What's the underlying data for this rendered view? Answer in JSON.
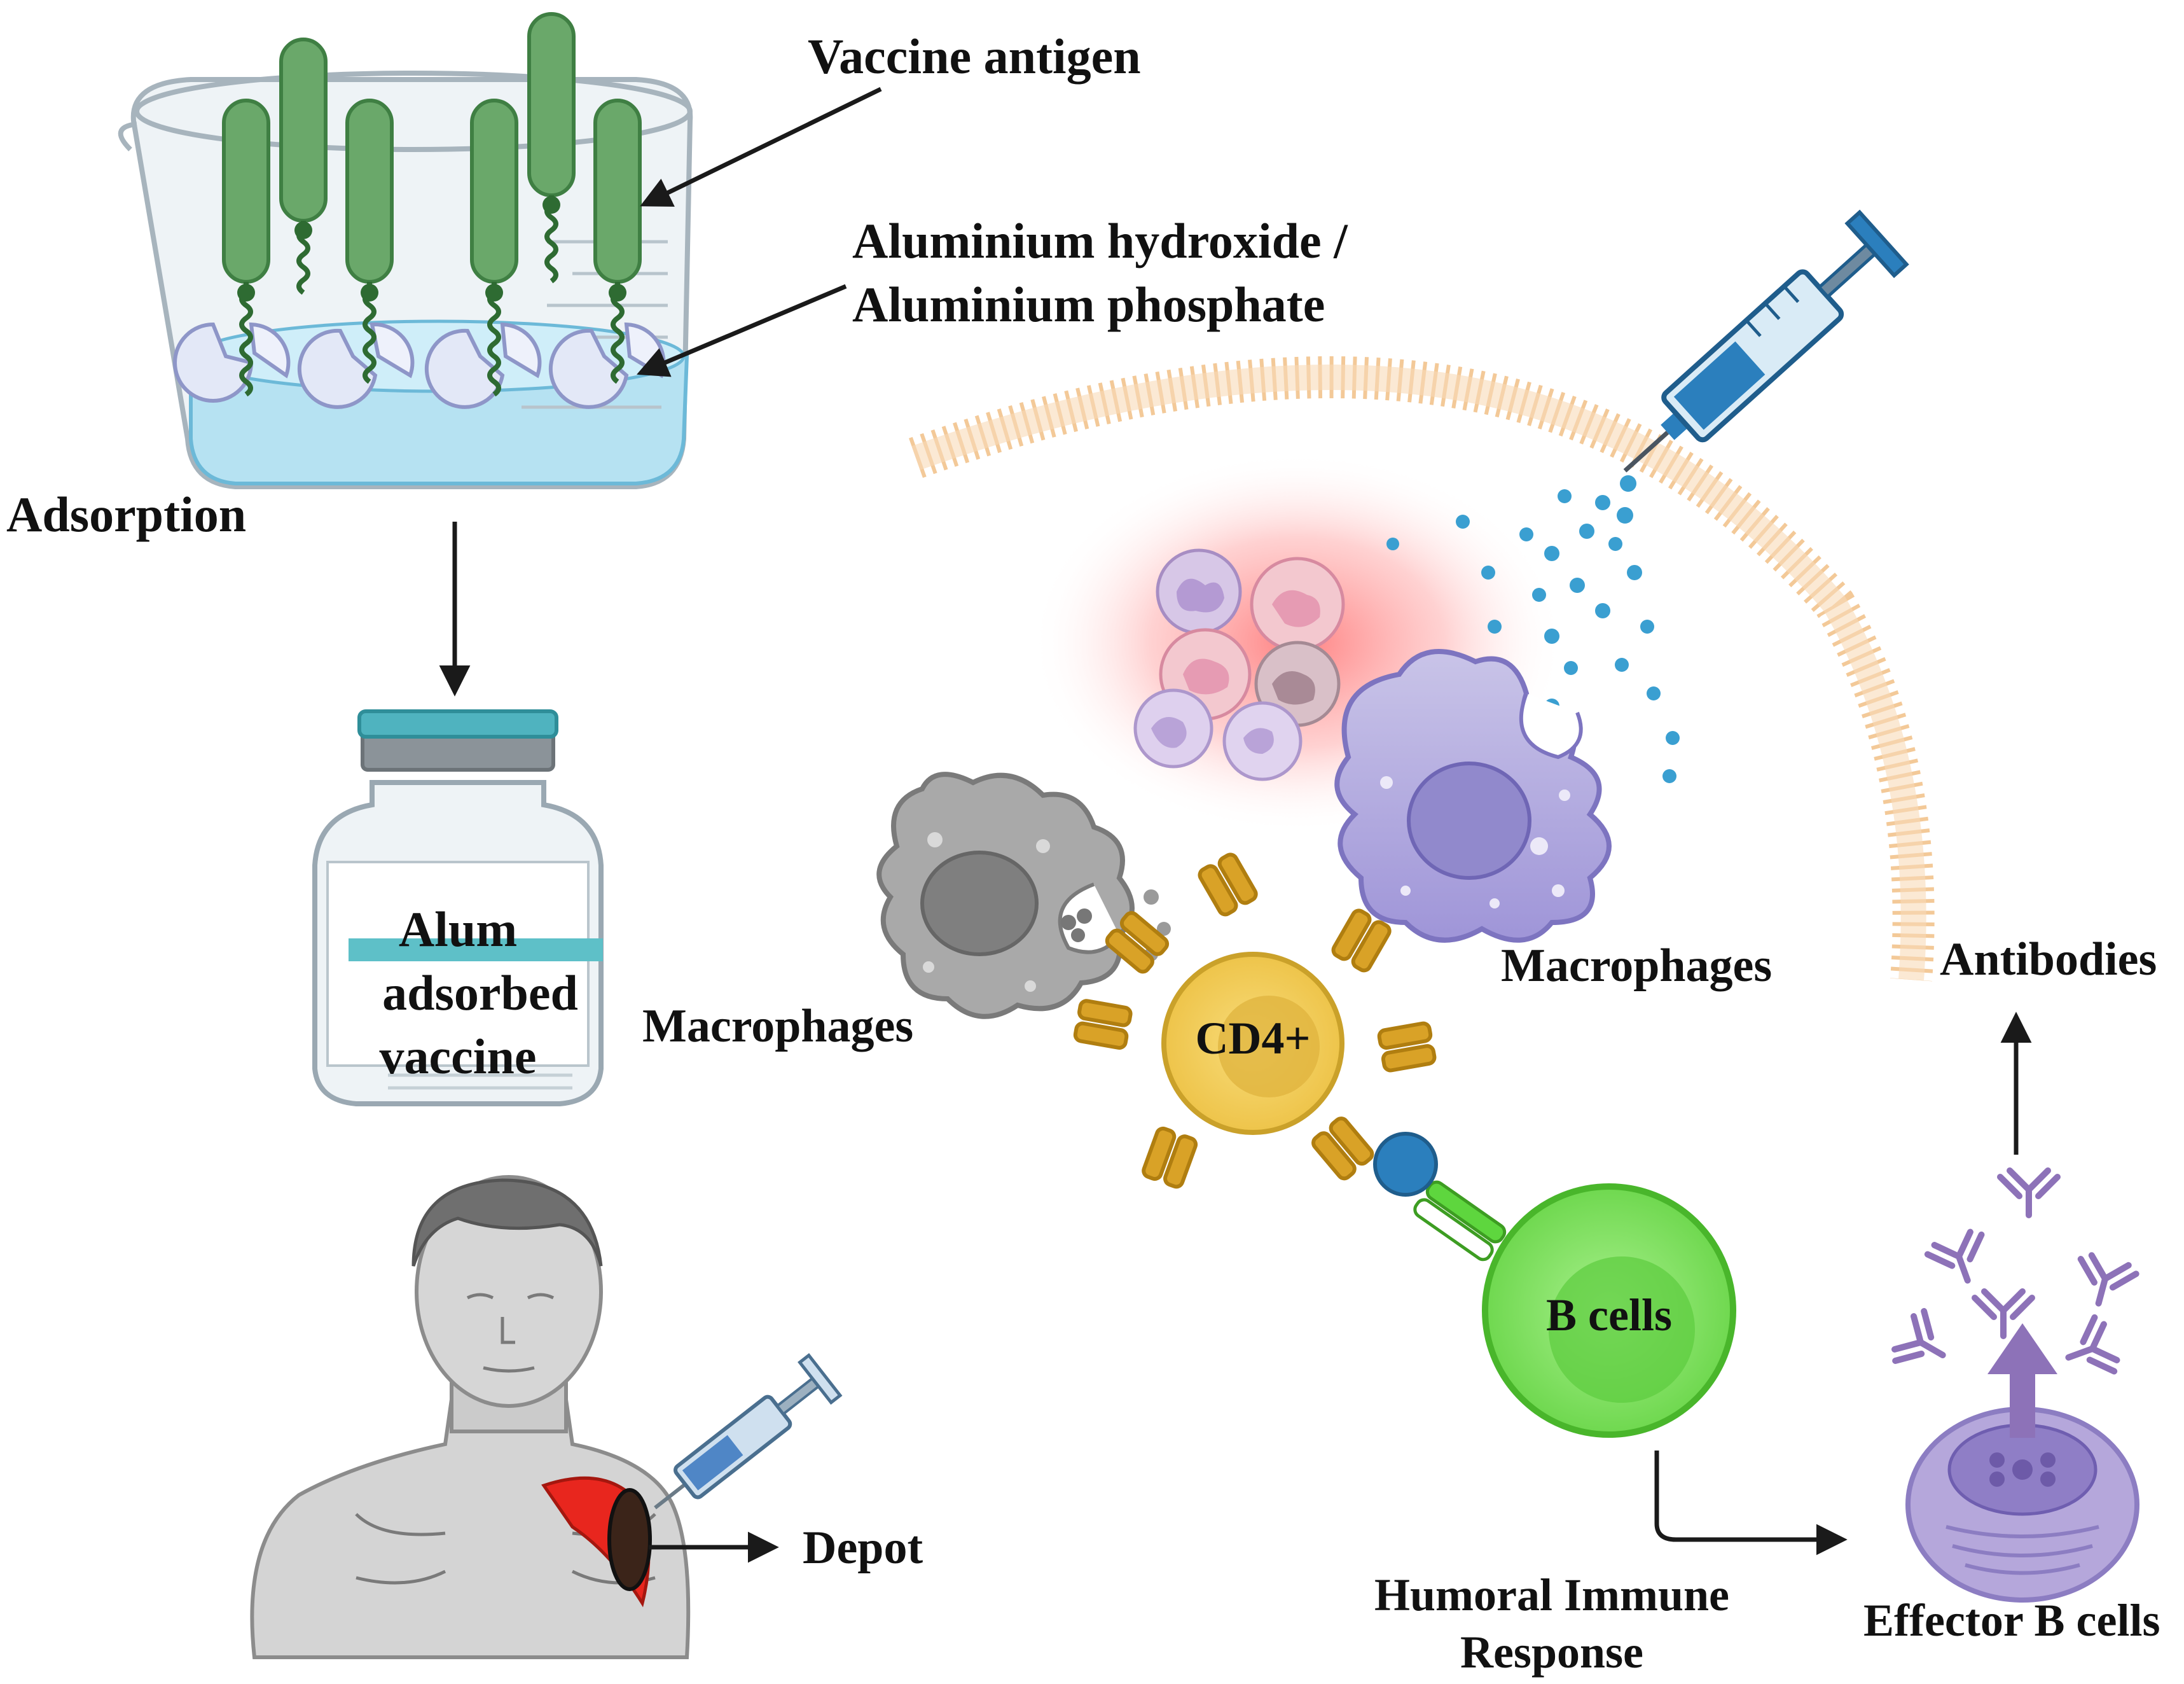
{
  "labels": {
    "vaccine_antigen": "Vaccine antigen",
    "aluminium_line1": "Aluminium hydroxide /",
    "aluminium_line2": "Aluminium phosphate",
    "adsorption": "Adsorption",
    "vial_line1": "Alum",
    "vial_line2": "adsorbed",
    "vial_line3": "vaccine",
    "depot": "Depot",
    "macrophages_left": "Macrophages",
    "macrophages_right": "Macrophages",
    "cd4": "CD4+",
    "b_cells": "B cells",
    "antibodies": "Antibodies",
    "humoral_line1": "Humoral Immune",
    "humoral_line2": "Response",
    "effector_b_cells": "Effector B cells"
  },
  "colors": {
    "antigen_green": "#6aa86a",
    "antigen_dark": "#2e6b32",
    "liquid_blue": "#a9dcee",
    "vial_cap": "#4fb3bf",
    "skin_membrane": "#f5c89a",
    "macrophage_purple": "#a9a1dc",
    "macrophage_grey": "#9a9a9a",
    "cd4_yellow": "#f1cf5a",
    "receptor_gold": "#d9a227",
    "b_cell_green": "#8fe26e",
    "antibody_purple": "#8d72b8",
    "effector_purple": "#a593cf",
    "inflammation_red": "#ff7a7a",
    "syringe_blue": "#2b7fbd",
    "deltoid_red": "#e8261e"
  },
  "icons": [
    "beaker-icon",
    "vial-icon",
    "syringe-icon",
    "human-figure-icon",
    "macrophage-icon",
    "neutrophil-icon",
    "t-cell-icon",
    "b-cell-icon",
    "antibody-icon",
    "plasma-cell-icon"
  ]
}
